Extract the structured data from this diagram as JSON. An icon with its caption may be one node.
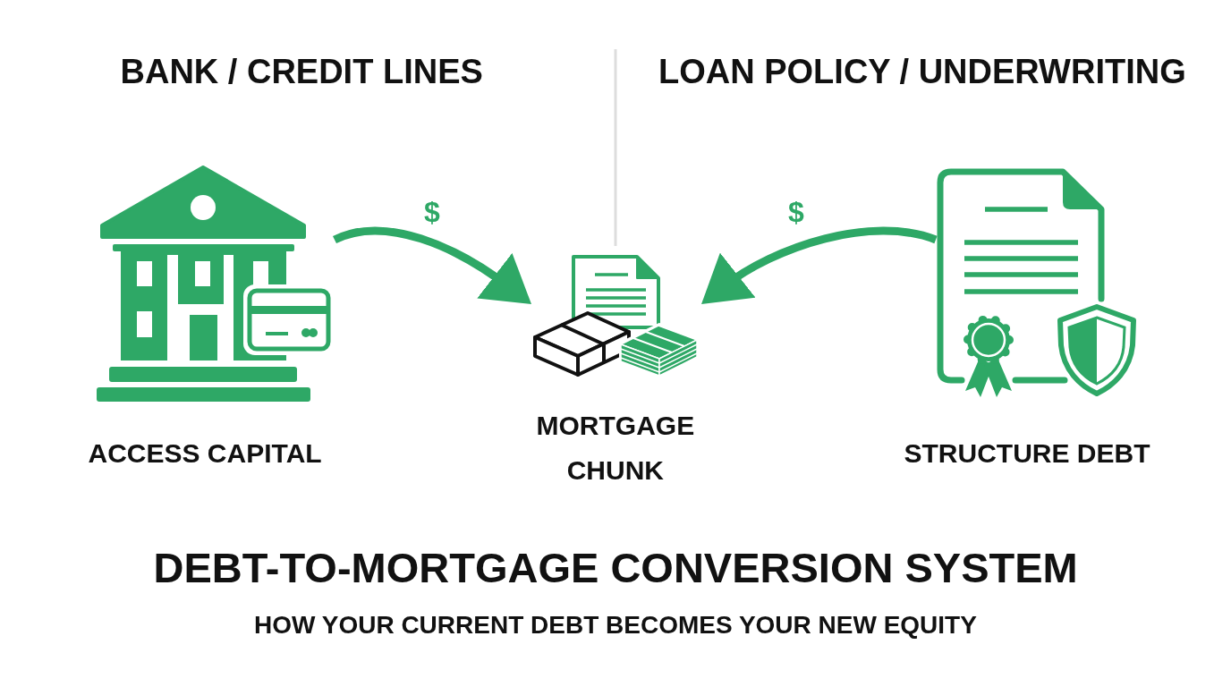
{
  "diagram": {
    "title": "DEBT-TO-MORTGAGE CONVERSION SYSTEM",
    "caption": "HOW YOUR CURRENT DEBT BECOMES YOUR NEW EQUITY",
    "nodes": [
      {
        "text": [],
        "shape": "picture",
        "beside": [
          "ACCESS CAPITAL"
        ]
      },
      {
        "text": [],
        "shape": "picture",
        "beside": [
          "MORTGAGE CHUNK"
        ]
      },
      {
        "text": [],
        "shape": "picture",
        "beside": [
          "STRUCTURE DEBT"
        ]
      }
    ],
    "edges": [
      {
        "from": 0,
        "to": 1,
        "arrow": "to",
        "label": "$"
      },
      {
        "from": 2,
        "to": 1,
        "arrow": "to",
        "label": "$"
      }
    ],
    "labels": [
      "BANK / CREDIT LINES",
      "LOAN POLICY / UNDERWRITING"
    ]
  }
}
